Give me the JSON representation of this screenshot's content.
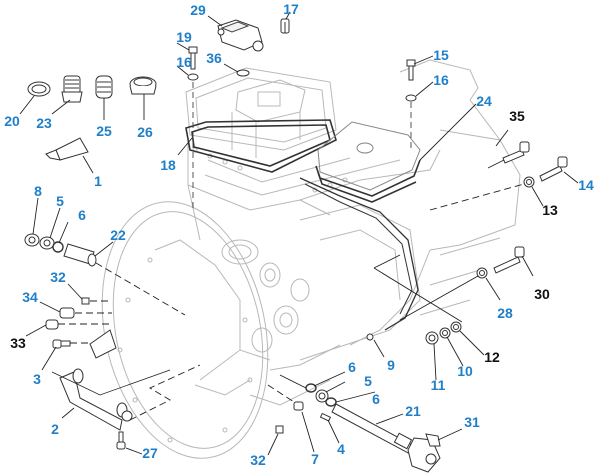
{
  "diagram": {
    "type": "exploded-parts-view",
    "subject": "transmission case assembly",
    "colors": {
      "callout_blue": "#1f7fc9",
      "callout_black": "#111111",
      "outline": "#b8b8b8",
      "part_stroke": "#333333"
    },
    "callouts": [
      {
        "id": "c29",
        "label": "29",
        "color": "blue"
      },
      {
        "id": "c17",
        "label": "17",
        "color": "blue"
      },
      {
        "id": "c19",
        "label": "19",
        "color": "blue"
      },
      {
        "id": "c16a",
        "label": "16",
        "color": "blue"
      },
      {
        "id": "c36",
        "label": "36",
        "color": "blue"
      },
      {
        "id": "c15",
        "label": "15",
        "color": "blue"
      },
      {
        "id": "c16b",
        "label": "16",
        "color": "blue"
      },
      {
        "id": "c20",
        "label": "20",
        "color": "blue"
      },
      {
        "id": "c23",
        "label": "23",
        "color": "blue"
      },
      {
        "id": "c25",
        "label": "25",
        "color": "blue"
      },
      {
        "id": "c26",
        "label": "26",
        "color": "blue"
      },
      {
        "id": "c24",
        "label": "24",
        "color": "blue"
      },
      {
        "id": "c35",
        "label": "35",
        "color": "black"
      },
      {
        "id": "c18",
        "label": "18",
        "color": "blue"
      },
      {
        "id": "c1",
        "label": "1",
        "color": "blue"
      },
      {
        "id": "c14",
        "label": "14",
        "color": "blue"
      },
      {
        "id": "c13",
        "label": "13",
        "color": "black"
      },
      {
        "id": "c8",
        "label": "8",
        "color": "blue"
      },
      {
        "id": "c5a",
        "label": "5",
        "color": "blue"
      },
      {
        "id": "c6a",
        "label": "6",
        "color": "blue"
      },
      {
        "id": "c22",
        "label": "22",
        "color": "blue"
      },
      {
        "id": "c32a",
        "label": "32",
        "color": "blue"
      },
      {
        "id": "c34",
        "label": "34",
        "color": "blue"
      },
      {
        "id": "c33",
        "label": "33",
        "color": "black"
      },
      {
        "id": "c3",
        "label": "3",
        "color": "blue"
      },
      {
        "id": "c30",
        "label": "30",
        "color": "black"
      },
      {
        "id": "c28",
        "label": "28",
        "color": "blue"
      },
      {
        "id": "c12",
        "label": "12",
        "color": "black"
      },
      {
        "id": "c9",
        "label": "9",
        "color": "blue"
      },
      {
        "id": "c10",
        "label": "10",
        "color": "blue"
      },
      {
        "id": "c11",
        "label": "11",
        "color": "blue"
      },
      {
        "id": "c6b",
        "label": "6",
        "color": "blue"
      },
      {
        "id": "c5b",
        "label": "5",
        "color": "blue"
      },
      {
        "id": "c6c",
        "label": "6",
        "color": "blue"
      },
      {
        "id": "c21",
        "label": "21",
        "color": "blue"
      },
      {
        "id": "c31",
        "label": "31",
        "color": "blue"
      },
      {
        "id": "c2",
        "label": "2",
        "color": "blue"
      },
      {
        "id": "c27",
        "label": "27",
        "color": "blue"
      },
      {
        "id": "c32b",
        "label": "32",
        "color": "blue"
      },
      {
        "id": "c7",
        "label": "7",
        "color": "blue"
      },
      {
        "id": "c4",
        "label": "4",
        "color": "blue"
      }
    ]
  }
}
